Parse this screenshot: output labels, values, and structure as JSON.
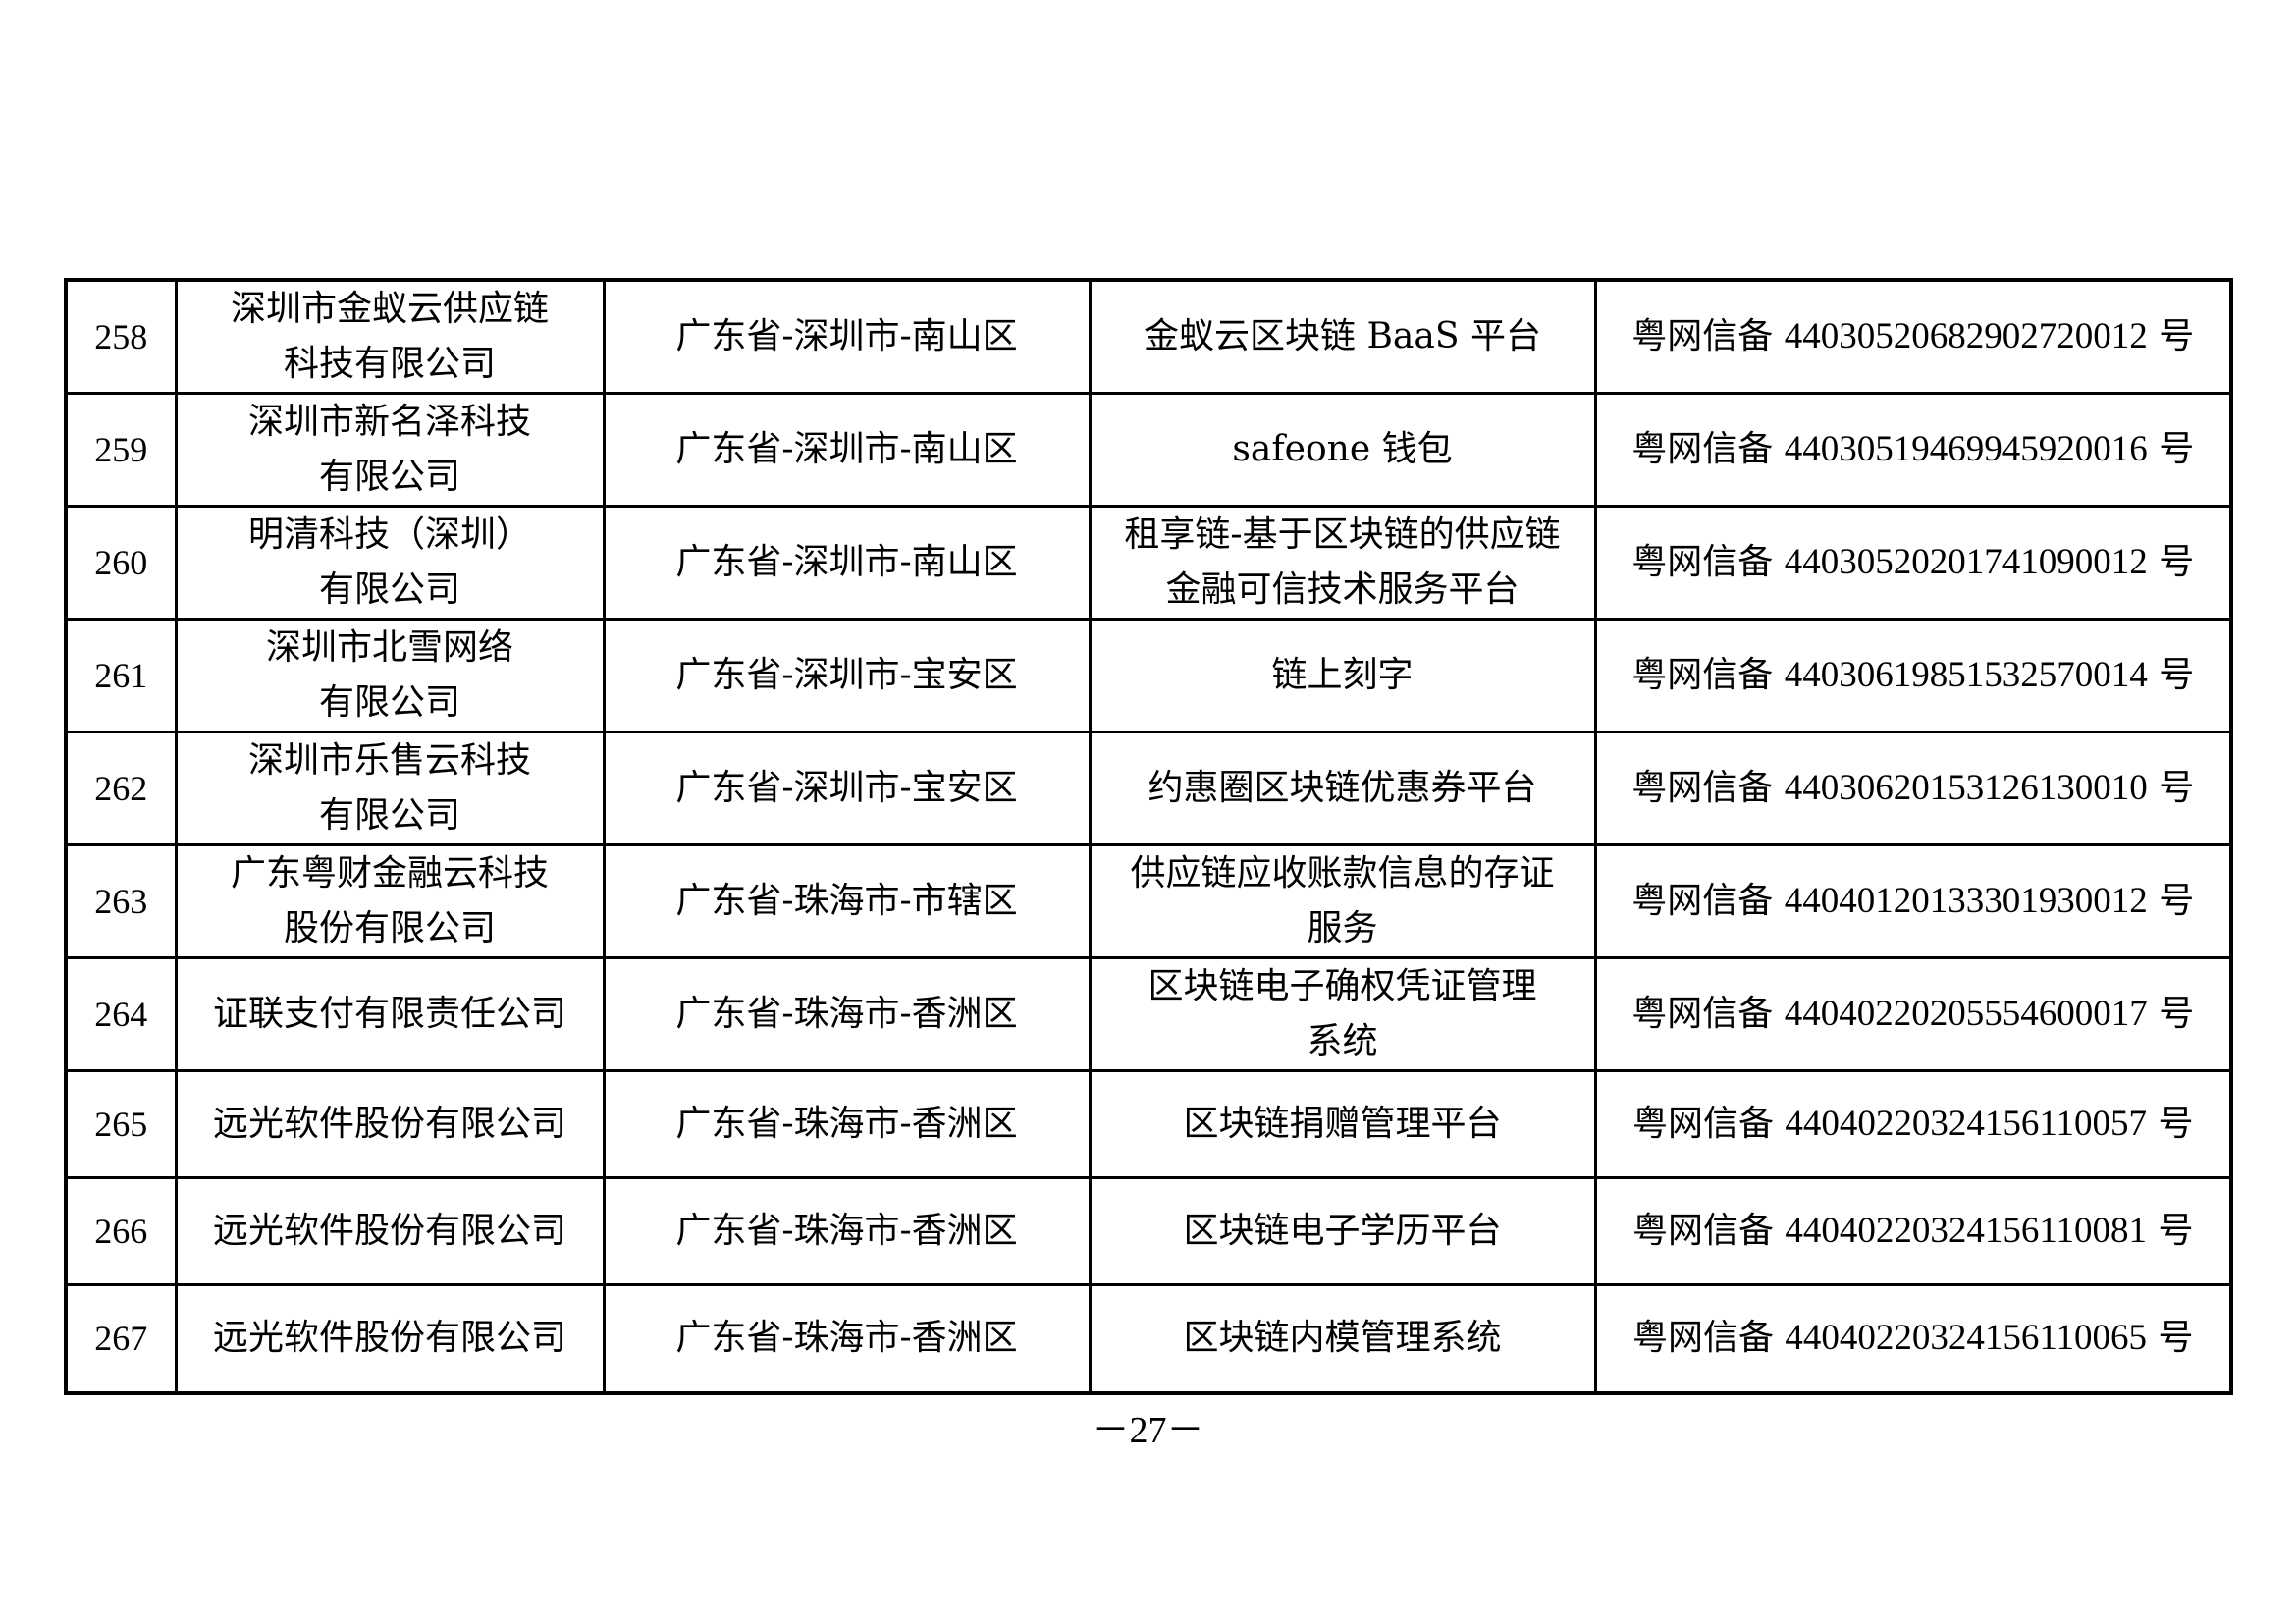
{
  "table": {
    "rows": [
      {
        "no": "258",
        "company": [
          "深圳市金蚁云供应链",
          "科技有限公司"
        ],
        "location": "广东省-深圳市-南山区",
        "service": [
          "金蚁云区块链 BaaS 平台"
        ],
        "record_prefix": "粤网信备",
        "record_number": "44030520682902720012",
        "record_suffix": "号"
      },
      {
        "no": "259",
        "company": [
          "深圳市新名泽科技",
          "有限公司"
        ],
        "location": "广东省-深圳市-南山区",
        "service": [
          "safeone 钱包"
        ],
        "record_prefix": "粤网信备",
        "record_number": "44030519469945920016",
        "record_suffix": "号"
      },
      {
        "no": "260",
        "company": [
          "明清科技（深圳）",
          "有限公司"
        ],
        "location": "广东省-深圳市-南山区",
        "service": [
          "租享链-基于区块链的供应链",
          "金融可信技术服务平台"
        ],
        "record_prefix": "粤网信备",
        "record_number": "44030520201741090012",
        "record_suffix": "号"
      },
      {
        "no": "261",
        "company": [
          "深圳市北雪网络",
          "有限公司"
        ],
        "location": "广东省-深圳市-宝安区",
        "service": [
          "链上刻字"
        ],
        "record_prefix": "粤网信备",
        "record_number": "44030619851532570014",
        "record_suffix": "号"
      },
      {
        "no": "262",
        "company": [
          "深圳市乐售云科技",
          "有限公司"
        ],
        "location": "广东省-深圳市-宝安区",
        "service": [
          "约惠圈区块链优惠券平台"
        ],
        "record_prefix": "粤网信备",
        "record_number": "44030620153126130010",
        "record_suffix": "号"
      },
      {
        "no": "263",
        "company": [
          "广东粤财金融云科技",
          "股份有限公司"
        ],
        "location": "广东省-珠海市-市辖区",
        "service": [
          "供应链应收账款信息的存证",
          "服务"
        ],
        "record_prefix": "粤网信备",
        "record_number": "44040120133301930012",
        "record_suffix": "号"
      },
      {
        "no": "264",
        "company": [
          "证联支付有限责任公司"
        ],
        "location": "广东省-珠海市-香洲区",
        "service": [
          "区块链电子确权凭证管理",
          "系统"
        ],
        "record_prefix": "粤网信备",
        "record_number": "44040220205554600017",
        "record_suffix": "号"
      },
      {
        "no": "265",
        "company": [
          "远光软件股份有限公司"
        ],
        "location": "广东省-珠海市-香洲区",
        "service": [
          "区块链捐赠管理平台"
        ],
        "record_prefix": "粤网信备",
        "record_number": "44040220324156110057",
        "record_suffix": "号"
      },
      {
        "no": "266",
        "company": [
          "远光软件股份有限公司"
        ],
        "location": "广东省-珠海市-香洲区",
        "service": [
          "区块链电子学历平台"
        ],
        "record_prefix": "粤网信备",
        "record_number": "44040220324156110081",
        "record_suffix": "号"
      },
      {
        "no": "267",
        "company": [
          "远光软件股份有限公司"
        ],
        "location": "广东省-珠海市-香洲区",
        "service": [
          "区块链内模管理系统"
        ],
        "record_prefix": "粤网信备",
        "record_number": "44040220324156110065",
        "record_suffix": "号"
      }
    ]
  },
  "footer": {
    "page_number": "－27－"
  }
}
